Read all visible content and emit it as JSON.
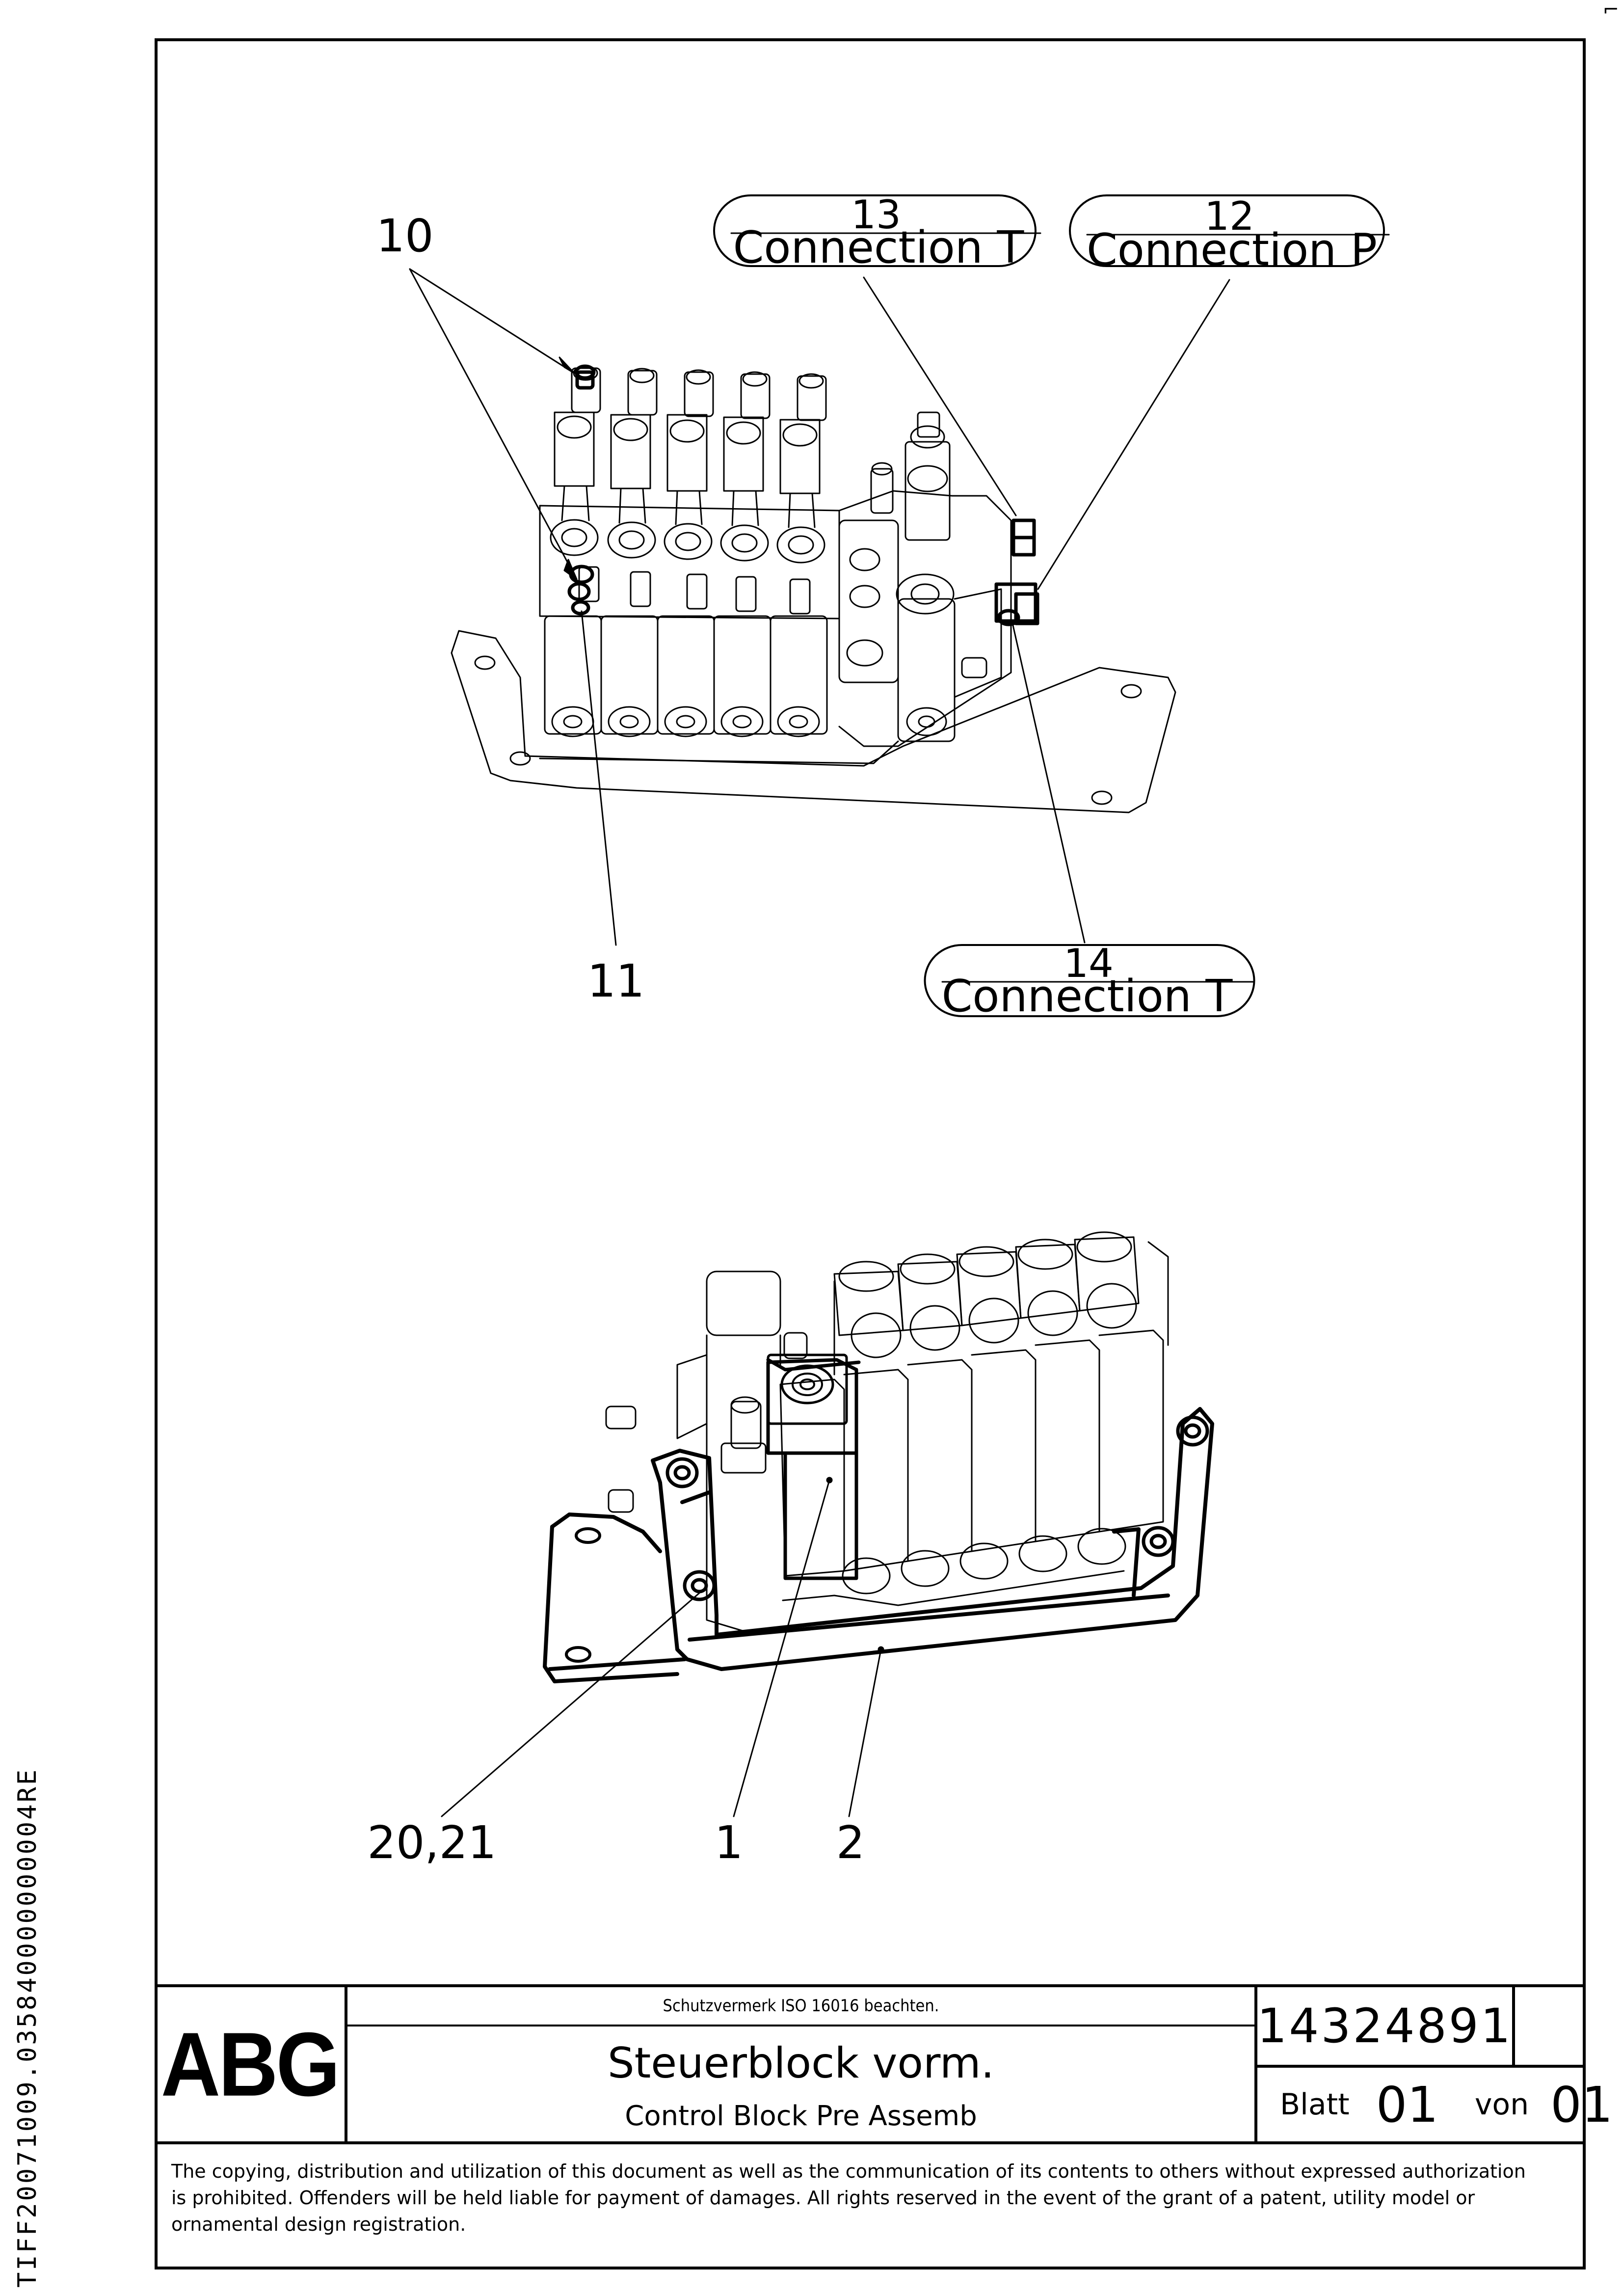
{
  "side_code": "TIFF20071009.035840000000004RE",
  "callouts": {
    "c10": "10",
    "c11": "11",
    "c13_num": "13",
    "c13_text": "Connection T",
    "c12_num": "12",
    "c12_text": "Connection P",
    "c14_num": "14",
    "c14_text": "Connection T",
    "c20": "20,21",
    "c1": "1",
    "c2": "2"
  },
  "title_block": {
    "logo": "ABG",
    "protection_note": "Schutzvermerk ISO 16016 beachten.",
    "title_de": "Steuerblock vorm.",
    "title_en": "Control Block Pre Assemb",
    "drawing_number": "14324891",
    "sheet_label": "Blatt",
    "sheet_number": "01",
    "of_label": "von",
    "sheet_total": "01"
  },
  "copyright_lines": [
    "The copying, distribution and utilization of this document as well as the communication of its contents to others without expressed authorization",
    "is prohibited. Offenders will be held liable for payment of damages. All rights reserved in the event of the grant of a patent, utility model or",
    "ornamental design registration."
  ]
}
